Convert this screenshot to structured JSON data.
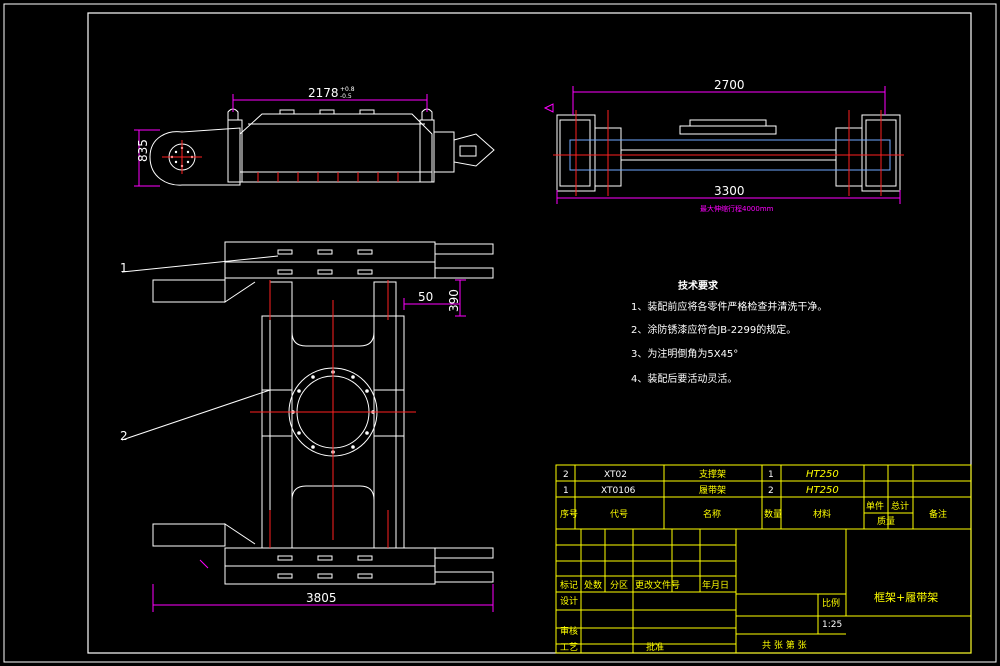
{
  "dimensions": {
    "side_view_length": "2178",
    "side_view_tolerance_upper": "+0.8",
    "side_view_tolerance_lower": "-0.5",
    "side_view_height": "835",
    "top_view_inner": "2700",
    "top_view_outer": "3300",
    "top_view_note": "最大伸缩行程4000mm",
    "plan_width": "3805",
    "plan_offset_x": "50",
    "plan_offset_y": "390"
  },
  "balloons": {
    "part1": "1",
    "part2": "2"
  },
  "technical_requirements": {
    "title": "技术要求",
    "items": [
      "1、装配前应将各零件严格检查并清洗干净。",
      "2、涂防锈漆应符合JB-2299的规定。",
      "3、为注明倒角为5X45°",
      "4、装配后要活动灵活。"
    ]
  },
  "parts_list": {
    "rows": [
      {
        "seq": "2",
        "code": "XT02",
        "name": "支撑架",
        "qty": "1",
        "material": "HT250"
      },
      {
        "seq": "1",
        "code": "XT0106",
        "name": "履带架",
        "qty": "2",
        "material": "HT250"
      }
    ],
    "headers": {
      "seq": "序号",
      "code": "代号",
      "name": "名称",
      "qty": "数量",
      "material": "材料",
      "unit_single": "单件",
      "unit_total": "总计",
      "weight": "质量",
      "remark": "备注"
    }
  },
  "title_block": {
    "mark": "标记",
    "count": "处数",
    "zone": "分区",
    "change_doc": "更改文件号",
    "date": "年月日",
    "design": "设计",
    "audit": "审核",
    "process": "工艺",
    "approve": "批准",
    "ratio_label": "比例",
    "ratio_value": "1:25",
    "sheets": "共 张 第 张",
    "drawing_title": "框架+履带架"
  },
  "colors": {
    "background": "#000000",
    "frame": "#ffffff",
    "geometry": "#ffffff",
    "dimension": "#ff00ff",
    "centerline": "#ff2020",
    "hidden": "#6fa8ff",
    "title_block": "#ffff00"
  }
}
